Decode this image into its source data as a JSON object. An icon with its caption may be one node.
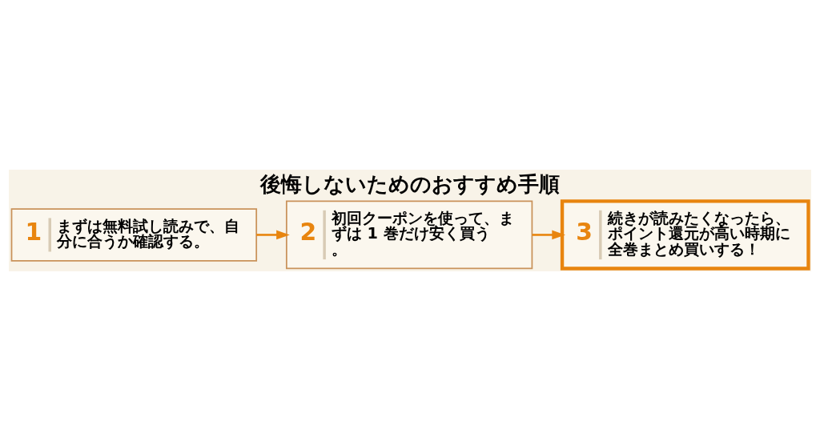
{
  "diagram": {
    "title": "後悔しないためのおすすめ手順",
    "nodes": [
      {
        "text": [
          "1",
          "まずは無料試し読みで、自分に合うか確認する。"
        ]
      },
      {
        "text": [
          "2",
          "初回クーポンを使って、まずは 1 巻だけ安く買う。"
        ]
      },
      {
        "text": [
          "3",
          "続きが読みたくなったら、ポイント還元が高い時期に全巻まとめ買いする！"
        ]
      }
    ],
    "edges": [
      {
        "from": 0,
        "to": 1,
        "arrow": "to"
      },
      {
        "from": 1,
        "to": 2,
        "arrow": "to"
      }
    ]
  }
}
